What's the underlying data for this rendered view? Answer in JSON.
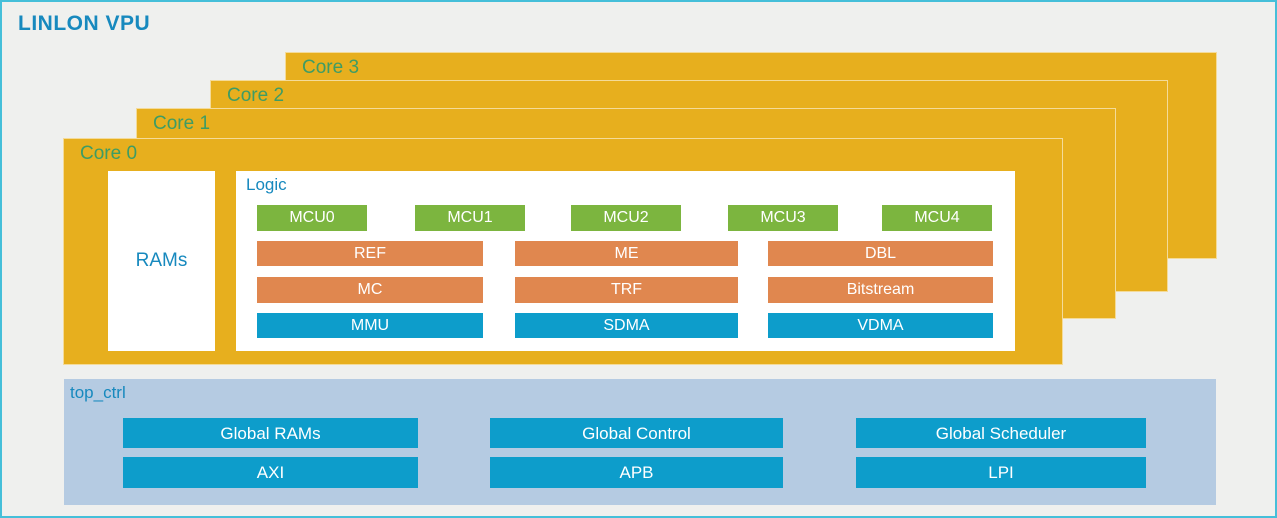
{
  "title": "LINLON VPU",
  "colors": {
    "background": "#EFF0EE",
    "frame_border": "#45BFD9",
    "core_gold": "#E7AF1E",
    "core_label_green": "#3E9C64",
    "mcu_green": "#7CB53F",
    "block_orange": "#E0874F",
    "block_blue": "#0D9DCB",
    "top_ctrl_bg": "#B5CBE2",
    "accent_blue": "#1789BE"
  },
  "cores": [
    {
      "label": "Core 3"
    },
    {
      "label": "Core 2"
    },
    {
      "label": "Core 1"
    },
    {
      "label": "Core 0"
    }
  ],
  "core0": {
    "rams_label": "RAMs",
    "logic": {
      "label": "Logic",
      "mcus": [
        "MCU0",
        "MCU1",
        "MCU2",
        "MCU3",
        "MCU4"
      ],
      "row1": [
        "REF",
        "ME",
        "DBL"
      ],
      "row2": [
        "MC",
        "TRF",
        "Bitstream"
      ],
      "row3": [
        "MMU",
        "SDMA",
        "VDMA"
      ]
    }
  },
  "top_ctrl": {
    "label": "top_ctrl",
    "row1": [
      "Global RAMs",
      "Global Control",
      "Global Scheduler"
    ],
    "row2": [
      "AXI",
      "APB",
      "LPI"
    ]
  }
}
